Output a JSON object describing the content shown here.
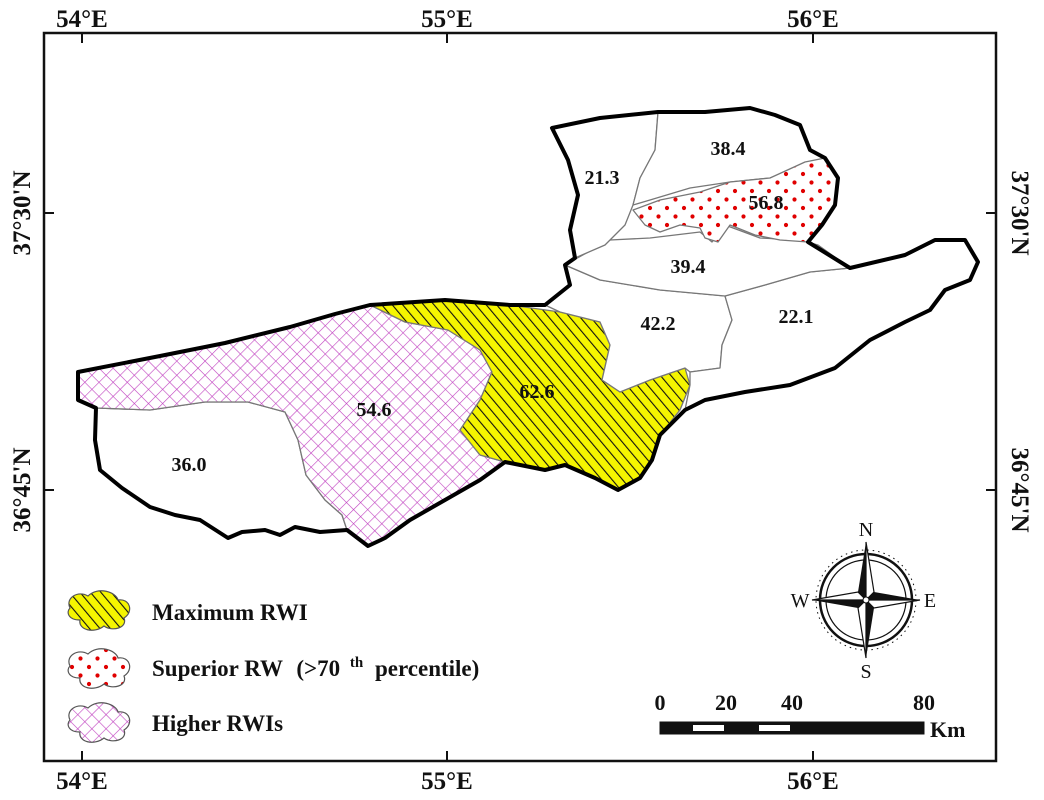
{
  "map": {
    "graticule": {
      "lon_labels": [
        "54°E",
        "55°E",
        "56°E"
      ],
      "lat_labels": [
        "37°30'N",
        "36°45'N"
      ]
    },
    "regions": [
      {
        "id": "r1",
        "value": "21.3",
        "class": "none"
      },
      {
        "id": "r2",
        "value": "38.4",
        "class": "none"
      },
      {
        "id": "r3",
        "value": "56.8",
        "class": "superior"
      },
      {
        "id": "r4",
        "value": "39.4",
        "class": "none"
      },
      {
        "id": "r5",
        "value": "42.2",
        "class": "none"
      },
      {
        "id": "r6",
        "value": "22.1",
        "class": "none"
      },
      {
        "id": "r7",
        "value": "62.6",
        "class": "maximum"
      },
      {
        "id": "r8",
        "value": "54.6",
        "class": "higher"
      },
      {
        "id": "r9",
        "value": "36.0",
        "class": "none"
      }
    ],
    "legend": {
      "items": [
        {
          "class": "maximum",
          "label": "Maximum RWI",
          "color": "#f2f200"
        },
        {
          "class": "superior",
          "label": "Superior RW",
          "note_prefix": "(>70",
          "note_sup": "th",
          "note_suffix": "percentile)",
          "color": "#e00000"
        },
        {
          "class": "higher",
          "label": "Higher RWIs",
          "color": "#c040c0"
        }
      ]
    },
    "compass": {
      "n": "N",
      "s": "S",
      "e": "E",
      "w": "W"
    },
    "scale_bar": {
      "ticks": [
        "0",
        "20",
        "40",
        "80"
      ],
      "unit": "Km"
    }
  }
}
